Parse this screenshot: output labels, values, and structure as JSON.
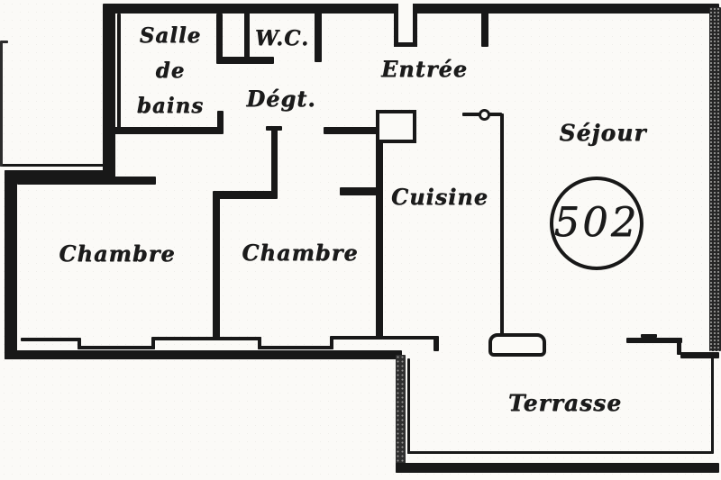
{
  "plan": {
    "unit_number": "502",
    "rooms": {
      "salle_de_bains": {
        "lines": [
          "Salle",
          "de",
          "bains"
        ]
      },
      "wc": {
        "label": "W.C."
      },
      "degagement": {
        "label": "Dégt."
      },
      "entree": {
        "label": "Entrée"
      },
      "sejour": {
        "label": "Séjour"
      },
      "cuisine": {
        "label": "Cuisine"
      },
      "chambre_1": {
        "label": "Chambre"
      },
      "chambre_2": {
        "label": "Chambre"
      },
      "terrasse": {
        "label": "Terrasse"
      }
    },
    "colors": {
      "ink": "#181818",
      "paper": "#fbfaf7"
    }
  }
}
